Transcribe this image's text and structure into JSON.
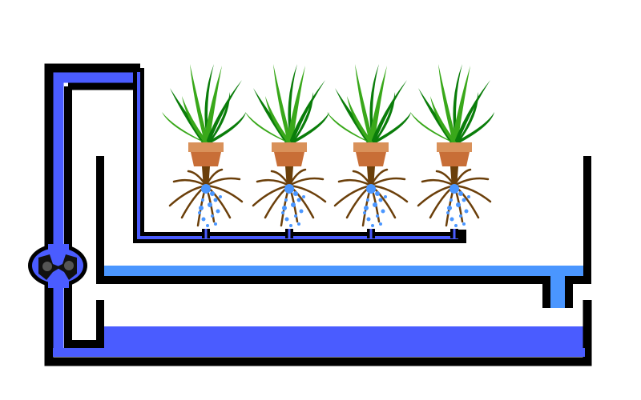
{
  "colors": {
    "pipe": "#000000",
    "water_deep": "#4a5cff",
    "water_light": "#4a96ff",
    "leaf_dark": "#0a7d0a",
    "leaf_light": "#39a81a",
    "pot_rim": "#d9915a",
    "pot_body": "#c86e37",
    "root": "#6b3f0a",
    "pump_gear": "#222222"
  },
  "plants": [
    {
      "id": "plant-1"
    },
    {
      "id": "plant-2"
    },
    {
      "id": "plant-3"
    },
    {
      "id": "plant-4"
    }
  ]
}
